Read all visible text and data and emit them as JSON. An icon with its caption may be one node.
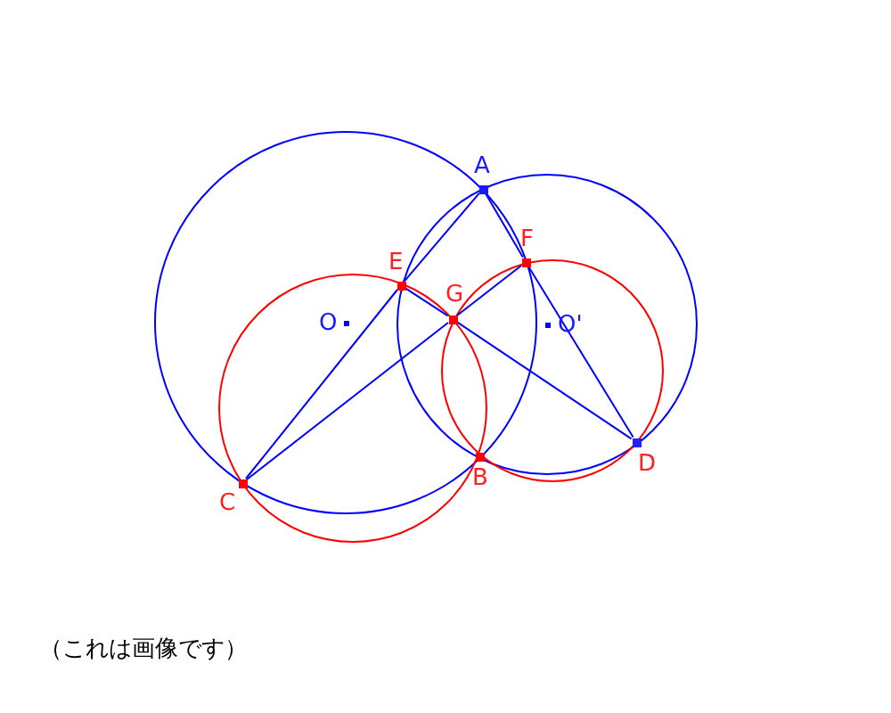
{
  "diagram": {
    "nodes": [
      {
        "text": [
          "A"
        ]
      },
      {
        "text": [
          "B"
        ]
      },
      {
        "text": [
          "C"
        ]
      },
      {
        "text": [
          "D"
        ]
      },
      {
        "text": [
          "E"
        ]
      },
      {
        "text": [
          "F"
        ]
      },
      {
        "text": [
          "G"
        ]
      }
    ],
    "edges": [
      {
        "from": 2,
        "to": 4,
        "arrow": "none"
      },
      {
        "from": 4,
        "to": 0,
        "arrow": "none"
      },
      {
        "from": 2,
        "to": 6,
        "arrow": "none"
      },
      {
        "from": 6,
        "to": 5,
        "arrow": "none"
      },
      {
        "from": 4,
        "to": 6,
        "arrow": "none"
      },
      {
        "from": 6,
        "to": 3,
        "arrow": "none"
      },
      {
        "from": 0,
        "to": 5,
        "arrow": "none"
      },
      {
        "from": 5,
        "to": 3,
        "arrow": "none"
      }
    ],
    "labels": [
      "O",
      "O'",
      "（これは画像です）"
    ]
  }
}
